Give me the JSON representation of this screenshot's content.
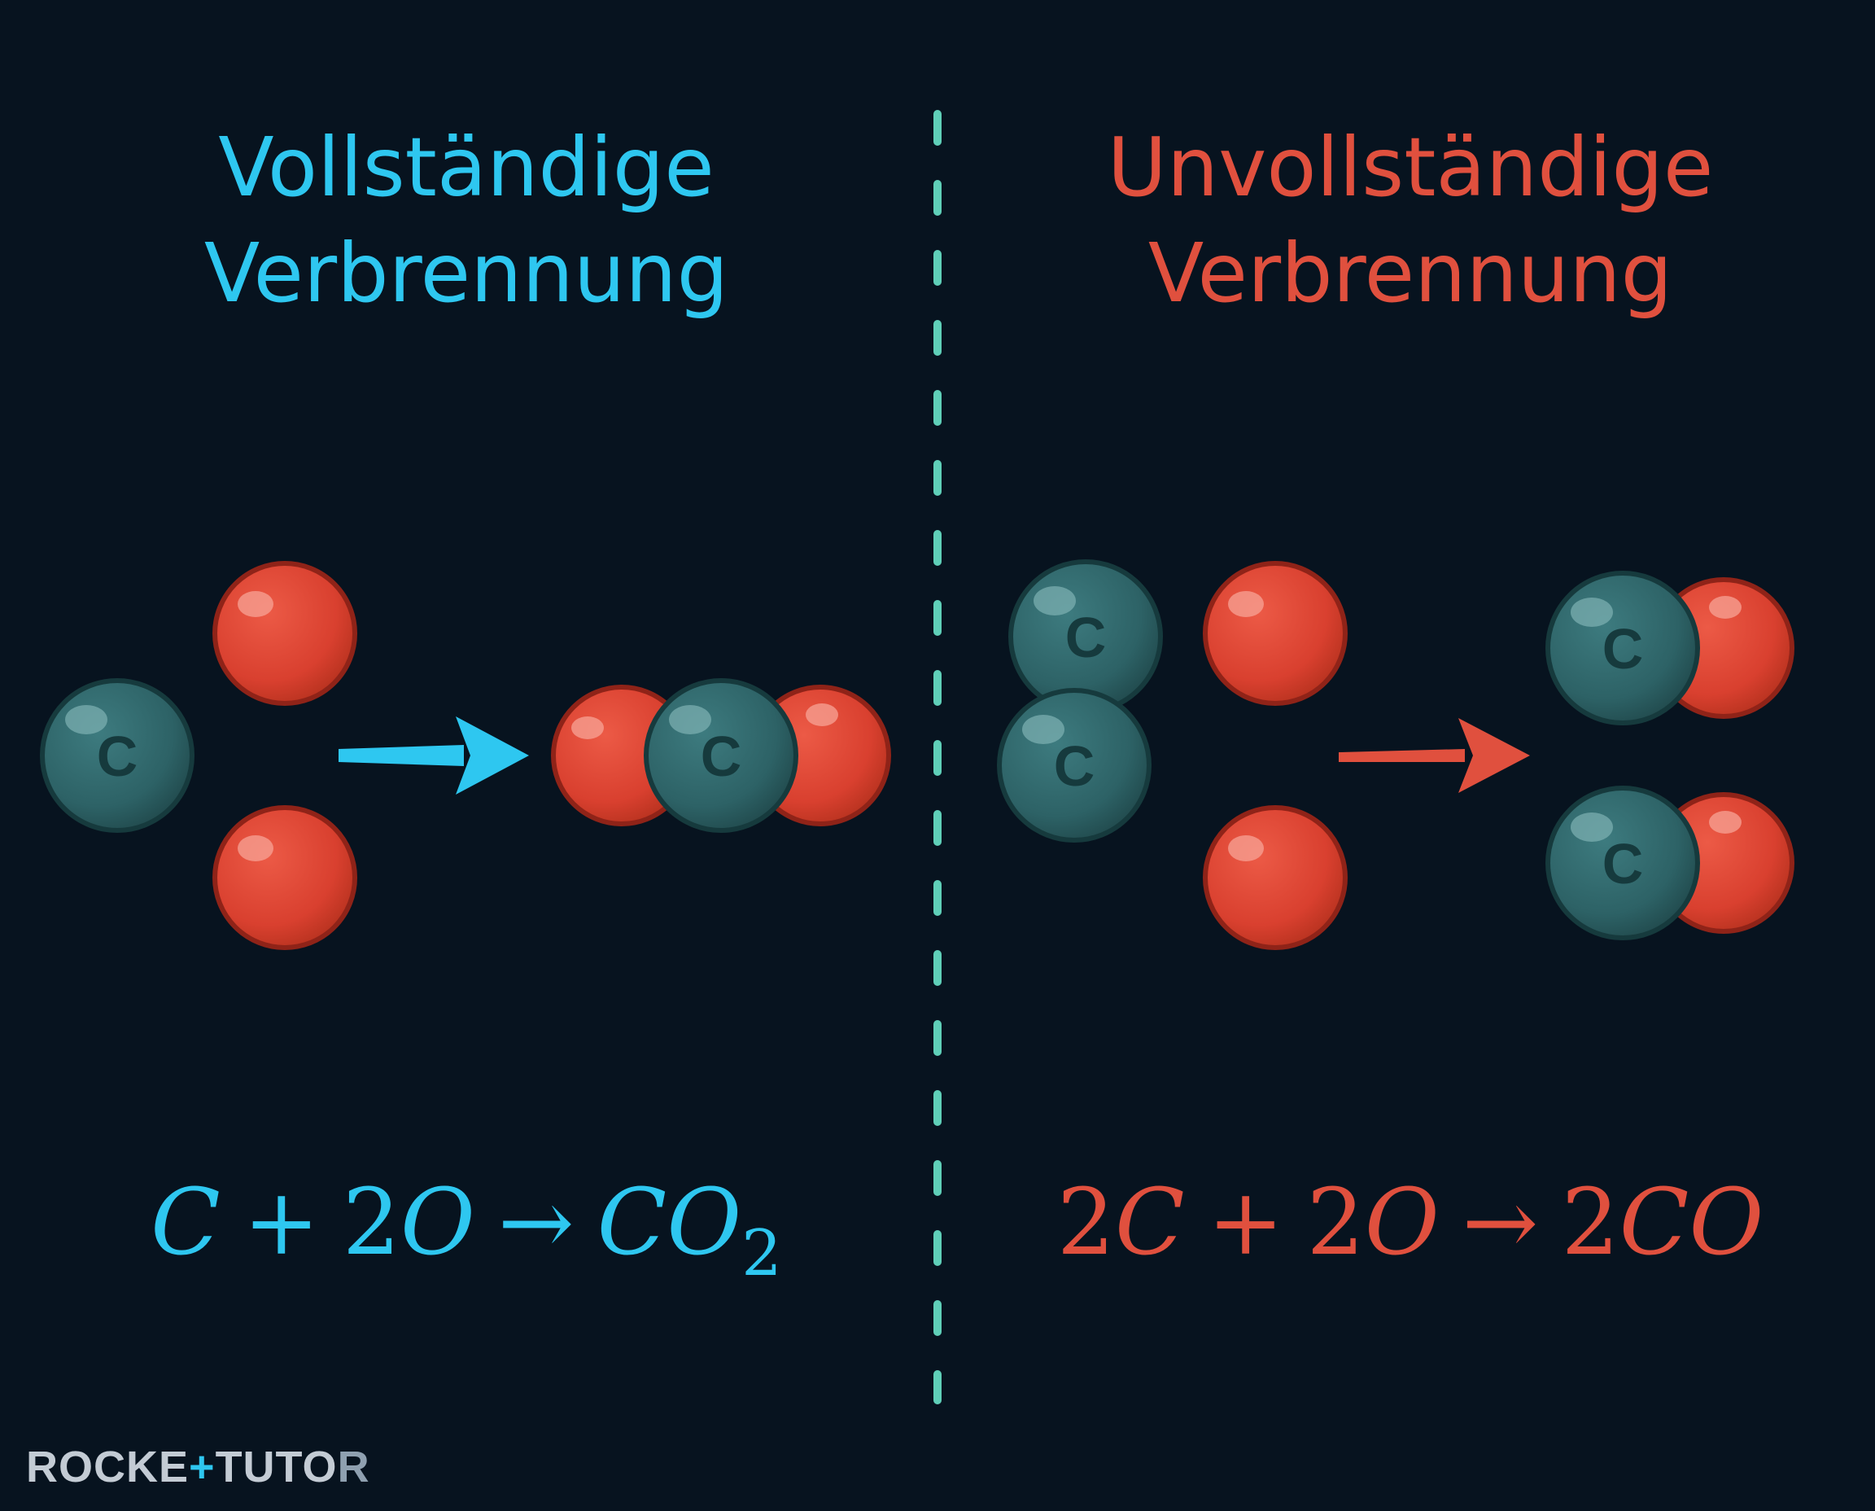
{
  "colors": {
    "background": "#07131f",
    "complete": "#2ec7f0",
    "incomplete": "#e0503e",
    "divider": "#5fcfb8",
    "carbon": "#2d6266",
    "carbon_dark": "#163a3d",
    "oxygen": "#d9402f",
    "oxygen_dark": "#8f2318",
    "logo": "#c3cbd4"
  },
  "left": {
    "title_line1": "Vollständige",
    "title_line2": "Verbrennung",
    "equation": {
      "r1": "C",
      "plus": "+",
      "r2_coef": "2",
      "r2": "O",
      "arrow": "→",
      "p": "CO",
      "p_sub": "2"
    }
  },
  "right": {
    "title_line1": "Unvollständige",
    "title_line2": "Verbrennung",
    "equation": {
      "r1_coef": "2",
      "r1": "C",
      "plus": "+",
      "r2_coef": "2",
      "r2": "O",
      "arrow": "→",
      "p_coef": "2",
      "p": "CO"
    }
  },
  "atoms": {
    "carbon_symbol": "C"
  },
  "brand": {
    "part1": "ROCKE",
    "part2": "+",
    "part3": "TUTO",
    "part4": "R"
  }
}
